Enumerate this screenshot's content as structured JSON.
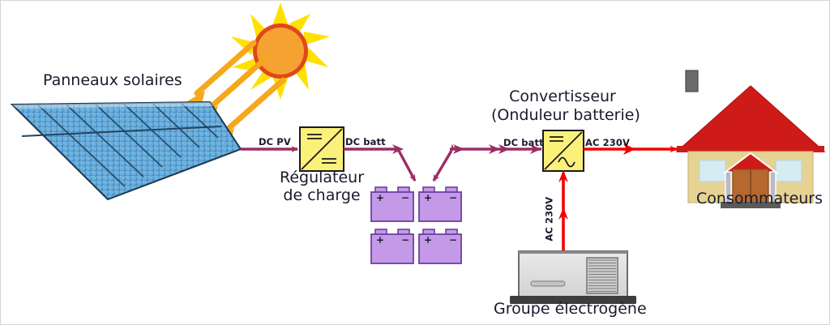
{
  "diagram": {
    "title": "Installation solaire autonome avec groupe electrogene",
    "background": "#ffffff",
    "border_color": "#d4d4d4"
  },
  "colors": {
    "dc_line": "#9c2d63",
    "ac_line": "#f40000",
    "sun_ray": "#f5a81c",
    "sun_disc": "#f5a233",
    "sun_ring": "#e0471c",
    "sun_points": "#ffe000",
    "converter_fill": "#fbf07a",
    "converter_stroke": "#1a1a1a",
    "battery_fill": "#c49ae8",
    "battery_stroke": "#6b3fa0",
    "panel_blue": "#5b9fd4",
    "panel_dark": "#2f5f86",
    "roof_red": "#cf1b17",
    "wall_tan": "#e6d292",
    "window_blue": "#d4ecf2",
    "door_brown": "#b5682f",
    "generator_body": "#dcdcdc",
    "generator_base": "#3d3d3d",
    "text": "#1a1a2e"
  },
  "labels": {
    "solar_panels": "Panneaux solaires",
    "regulator_line1": "Régulateur",
    "regulator_line2": "de charge",
    "converter_line1": "Convertisseur",
    "converter_line2": "(Onduleur batterie)",
    "consumers": "Consommateurs",
    "generator": "Groupe électrogène"
  },
  "flow_labels": {
    "dc_pv": "DC PV",
    "dc_batt_left": "DC batt",
    "dc_batt_right": "DC batt",
    "ac_out": "AC 230V",
    "ac_generator": "AC 230V"
  },
  "components": [
    {
      "name": "solar-array",
      "label": "Panneaux solaires",
      "kind": "pv-array"
    },
    {
      "name": "sun",
      "label": "",
      "kind": "sun"
    },
    {
      "name": "charge-regulator",
      "label": "Régulateur de charge",
      "kind": "converter-box",
      "symbol_in": "DC",
      "symbol_out": "DC"
    },
    {
      "name": "battery-bank",
      "label": "",
      "kind": "batteries",
      "count": 4,
      "terminals": [
        "+",
        "−"
      ]
    },
    {
      "name": "inverter",
      "label": "Convertisseur (Onduleur batterie)",
      "kind": "converter-box",
      "symbol_in": "DC",
      "symbol_out": "AC"
    },
    {
      "name": "house",
      "label": "Consommateurs",
      "kind": "house"
    },
    {
      "name": "generator",
      "label": "Groupe électrogène",
      "kind": "generator"
    }
  ],
  "connections": [
    {
      "from": "solar-array",
      "to": "charge-regulator",
      "label": "DC PV",
      "type": "dc",
      "direction": "forward"
    },
    {
      "from": "charge-regulator",
      "to": "battery-bank",
      "label": "DC batt",
      "type": "dc",
      "direction": "forward"
    },
    {
      "from": "battery-bank",
      "to": "inverter",
      "label": "DC batt",
      "type": "dc",
      "direction": "bidirectional"
    },
    {
      "from": "inverter",
      "to": "house",
      "label": "AC 230V",
      "type": "ac",
      "direction": "forward"
    },
    {
      "from": "generator",
      "to": "inverter",
      "label": "AC 230V",
      "type": "ac",
      "direction": "forward"
    }
  ],
  "battery_terminals": {
    "positive": "+",
    "negative": "−"
  }
}
